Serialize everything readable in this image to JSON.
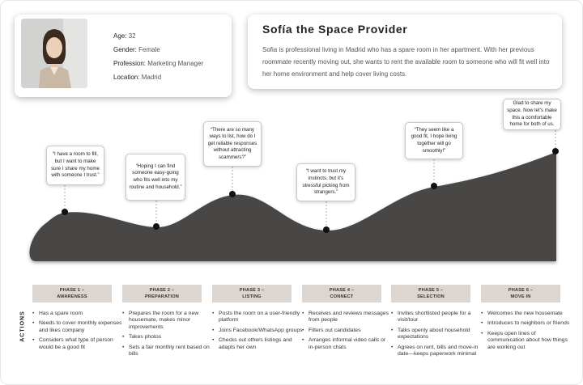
{
  "persona": {
    "age_label": "Age:",
    "age": "32",
    "gender_label": "Gender:",
    "gender": "Female",
    "profession_label": "Profession:",
    "profession": "Marketing Manager",
    "location_label": "Location:",
    "location": "Madrid"
  },
  "story": {
    "title": "Sofía the Space Provider",
    "body": "Sofia is professional living in Madrid who has a spare room in her apartment. With her previous roommate recently moving out, she wants to rent the available room to someone who will fit well into her home environment and help cover living costs."
  },
  "quotes": [
    "“I have a room to fill, but I want to make sure I share my home with someone I trust.”",
    "“Hoping I can find someone easy-going who fits well into my routine and household.”",
    "“There are so many ways to list, how do I get reliable responses without attracting scammers?”",
    "“I want to trust my instincts, but it's stressful picking from strangers.”",
    "“They seem like a good fit, I hope living together will go smoothly!”",
    "Glad to share my space. Now let's make this a comfortable home for both of us."
  ],
  "actions_label": "ACTIONS",
  "phases": [
    {
      "line1": "PHASE 1 –",
      "line2": "AWARENESS",
      "actions": [
        "Has a spare room",
        "Needs to cover monthly expenses and likes company",
        "Considers what type of person would be a good fit"
      ]
    },
    {
      "line1": "PHASE 2 –",
      "line2": "PREPARATION",
      "actions": [
        "Prepares the room for a new housemate, makes minor improvements",
        "Takes photos",
        "Sets a fair monthly rent based on bills"
      ]
    },
    {
      "line1": "PHASE 3 –",
      "line2": "LISTING",
      "actions": [
        "Posts the room on a user-friendly platform",
        "Joins Facebook/WhatsApp groups",
        "Checks out others listings and adapts her own"
      ]
    },
    {
      "line1": "PHASE 4 –",
      "line2": "CONNECT",
      "actions": [
        "Receives and reviews messages from people",
        "Filters out candidates",
        "Arranges informal video calls or in-person chats"
      ]
    },
    {
      "line1": "PHASE 5 –",
      "line2": "SELECTION",
      "actions": [
        "Invites shortlisted people for a visit/tour",
        "Talks openly about household expectations",
        "Agrees on rent, bills and move-in date—keeps paperwork minimal"
      ]
    },
    {
      "line1": "PHASE 6 –",
      "line2": "MOVE IN",
      "actions": [
        "Welcomes the new housemate",
        "Introduces to neighbors or friends",
        "Keeps open lines of communication about how things are working out"
      ]
    }
  ],
  "colors": {
    "wave": "#4a4744",
    "phase_bg": "#ddd6d0",
    "dot": "#111111"
  }
}
